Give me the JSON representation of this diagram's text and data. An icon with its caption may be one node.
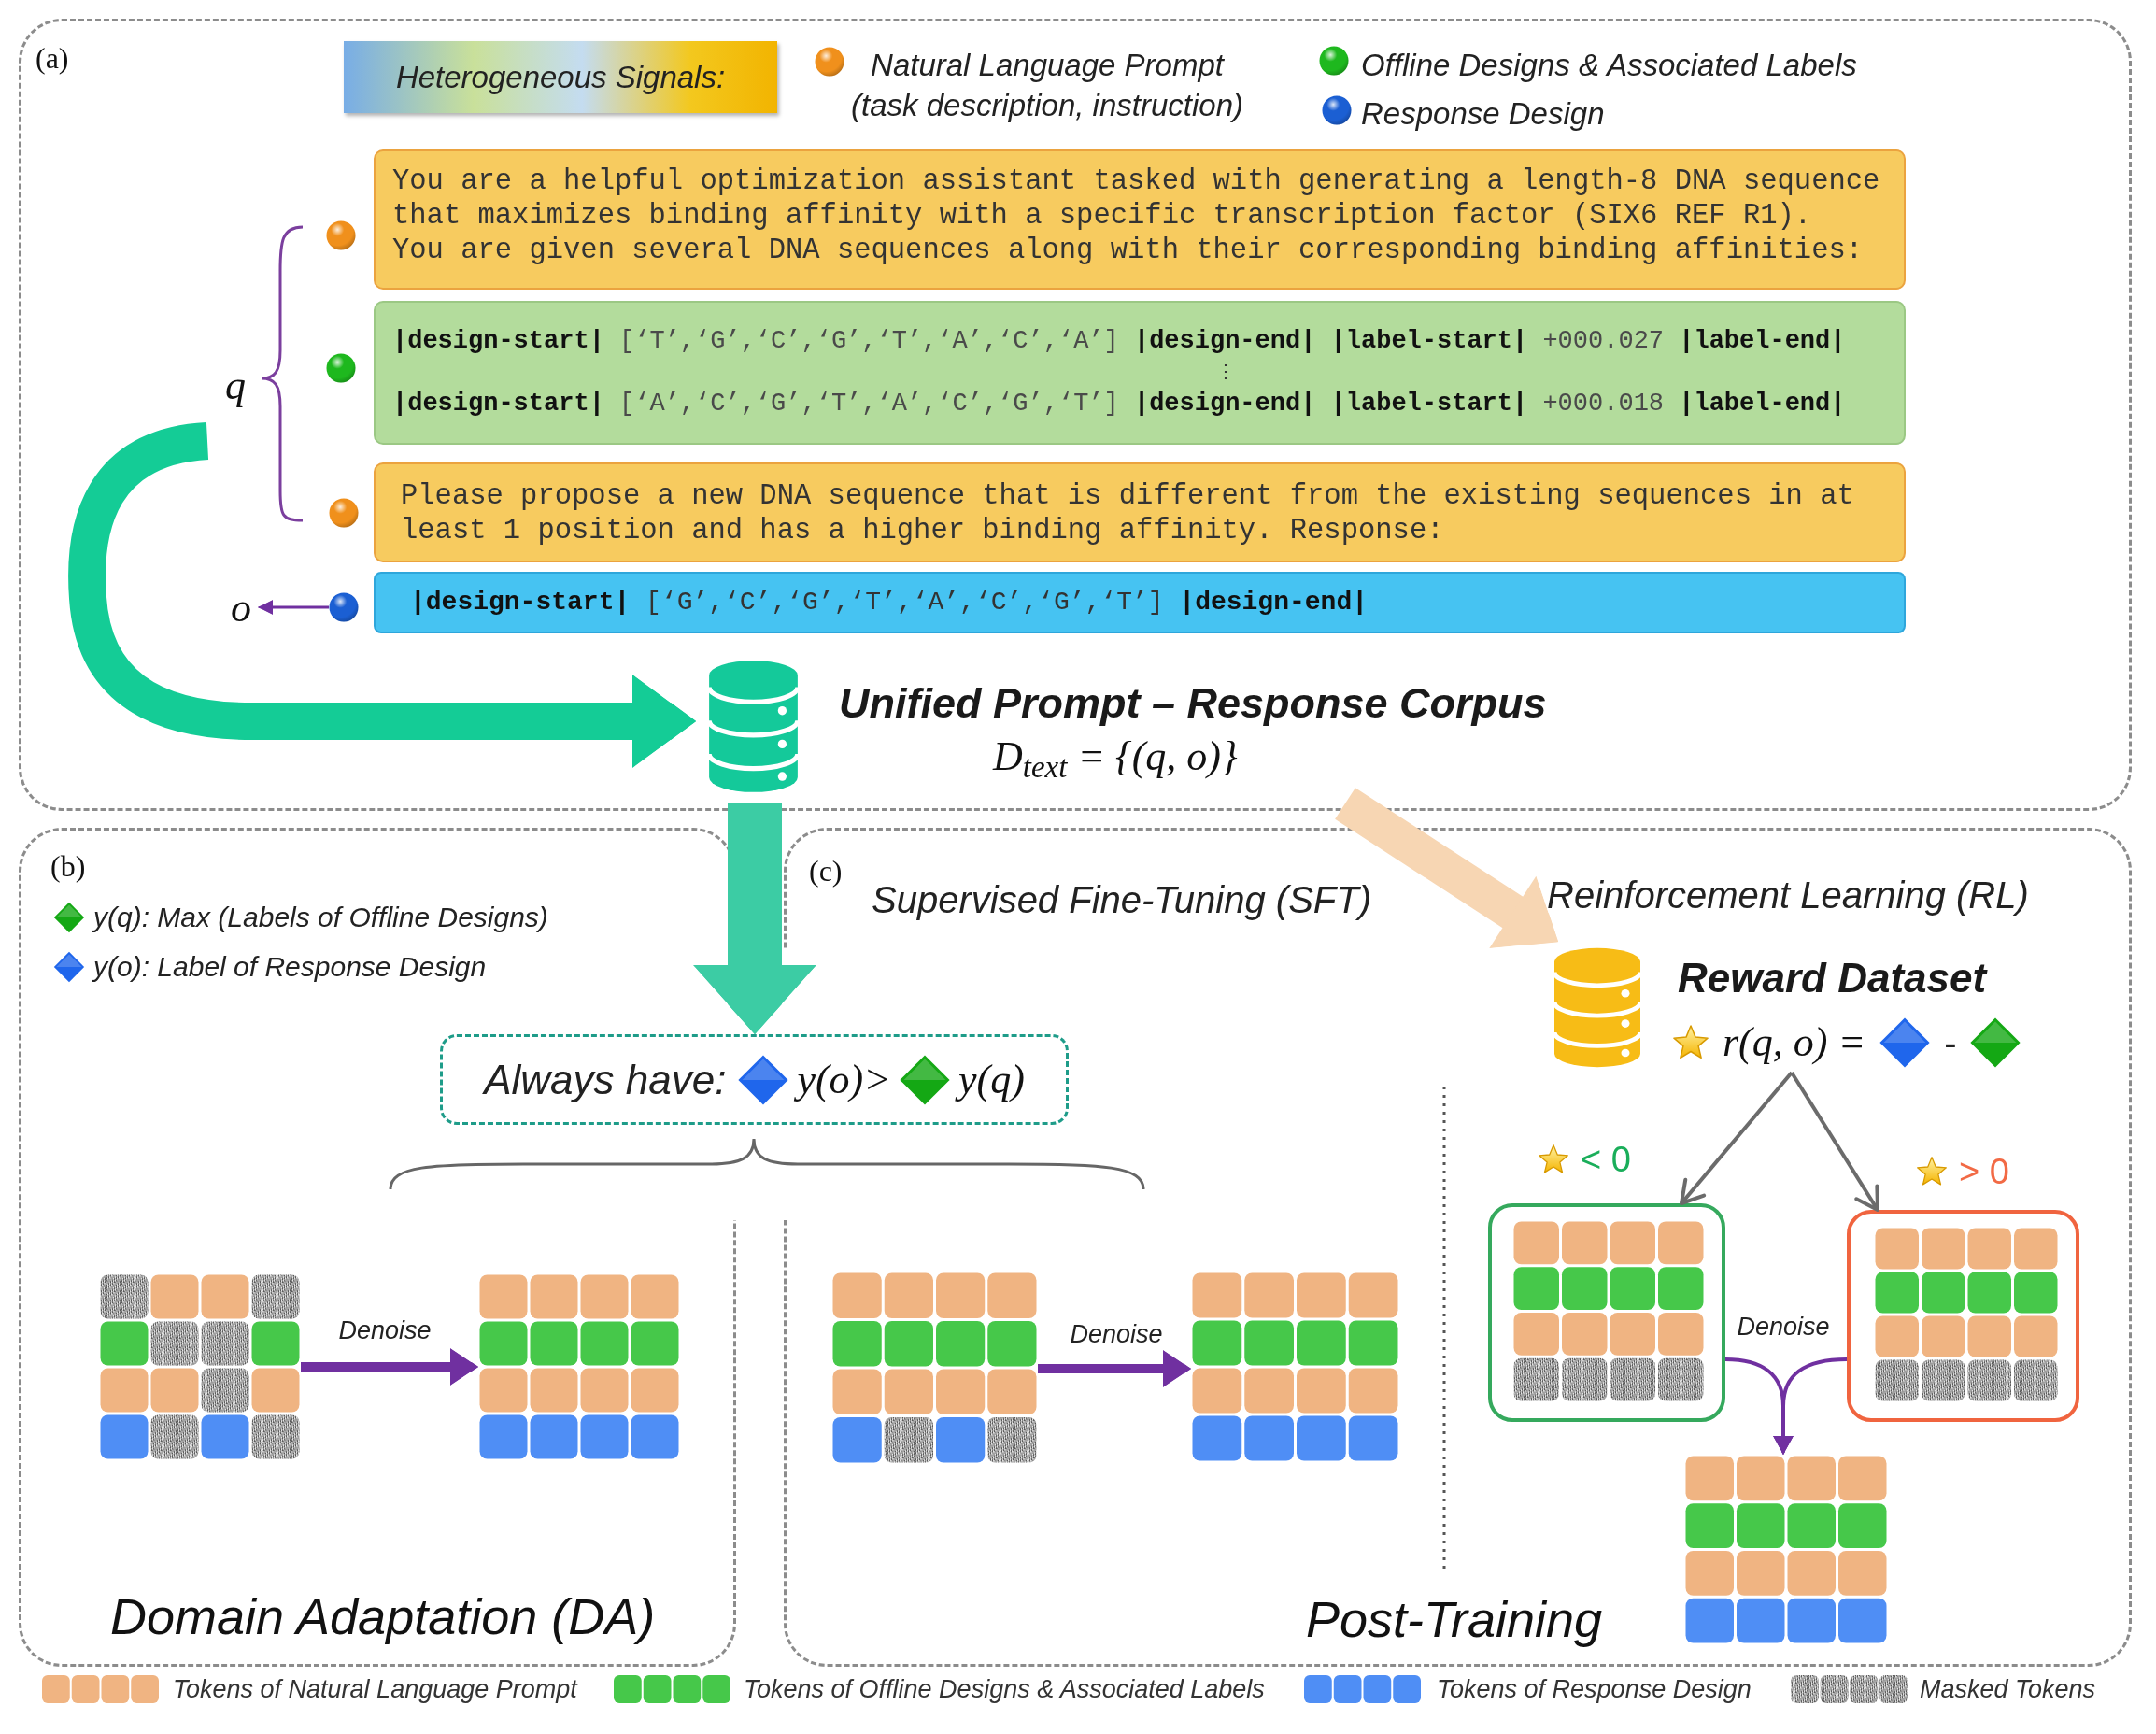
{
  "diagram": {
    "nodes": [
      {
        "text": [
          "(a)"
        ]
      },
      {
        "text": [
          "Heterogeneous Signals:"
        ],
        "in": 0
      },
      {
        "text": [
          "You are a helpful optimization assistant tasked with generating a length-8 DNA sequence that maximizes binding affinity with a specific transcription factor (SIX6 REF R1).",
          "You are given several DNA sequences along with their corresponding binding affinities:"
        ],
        "in": 0
      },
      {
        "text": [
          "**|design-start|** [‘T’,‘G’,‘C’,‘G’,‘T’,‘A’,‘C’,‘A’] **|design-end|** **|label-start|** +000.027 **|label-end|**",
          "⋮",
          "**|design-start|** [‘A’,‘C’,‘G’,‘T’,‘A’,‘C’,‘G’,‘T’] **|design-end|** **|label-start|** +000.018 **|label-end|**"
        ],
        "in": 0
      },
      {
        "text": [
          "Please propose a new DNA sequence that is different from the existing sequences in at least 1 position and has a higher binding affinity. Response:"
        ],
        "in": 0
      },
      {
        "text": [
          "o"
        ],
        "in": 0
      },
      {
        "text": [],
        "shape": "circle",
        "in": 0
      },
      {
        "text": [
          "**|design-start|** [‘G’,‘C’,‘G’,‘T’,‘A’,‘C’,‘G’,‘T’] **|design-end|**"
        ],
        "in": 0
      },
      {
        "text": [
          "Unified Prompt – Response Corpus",
          "D$_{text}$ = {(q, o)}"
        ],
        "in": 0
      },
      {
        "text": [
          "(b)",
          "Domain Adaptation (DA)"
        ]
      },
      {
        "text": [
          "(c)",
          "Supervised Fine-Tuning (SFT)",
          "Reinforcement Learning (RL)",
          "Post-Training"
        ]
      },
      {
        "text": [
          "Always have:",
          "y(o)>",
          "y(q)"
        ]
      },
      {
        "text": [],
        "shape": "grid",
        "in": 9
      },
      {
        "text": [],
        "shape": "grid",
        "in": 9
      },
      {
        "text": [],
        "shape": "grid",
        "in": 10
      },
      {
        "text": [],
        "shape": "grid",
        "in": 10
      },
      {
        "text": [
          "Reward Dataset",
          "r(q, o) =",
          "-"
        ],
        "in": 10
      },
      {
        "text": [],
        "shape": "box",
        "beside": [
          "< 0"
        ],
        "in": 10
      },
      {
        "text": [],
        "shape": "box",
        "beside": [
          "> 0"
        ],
        "in": 10
      },
      {
        "text": [],
        "shape": "grid",
        "in": 10
      }
    ],
    "edges": [
      {
        "from": null,
        "to": 8,
        "arrow": "to",
        "style": "thick",
        "color": "#14cc96"
      },
      {
        "from": 6,
        "to": 5,
        "arrow": "to"
      },
      {
        "from": 8,
        "to": 11,
        "arrow": "to",
        "style": "thick",
        "color": "#3ccca4"
      },
      {
        "from": 8,
        "to": 16,
        "arrow": "to",
        "style": "thick",
        "color": "#f7d6b3"
      },
      {
        "from": 12,
        "to": 13,
        "arrow": "to",
        "label": "Denoise",
        "style": "thick"
      },
      {
        "from": 14,
        "to": 15,
        "arrow": "to",
        "label": "Denoise",
        "style": "thick"
      },
      {
        "from": 16,
        "to": 17,
        "arrow": "to",
        "color": "#6b6b6b"
      },
      {
        "from": 16,
        "to": 18,
        "arrow": "to",
        "color": "#6b6b6b"
      },
      {
        "from": 17,
        "to": 19,
        "arrow": "to",
        "label": "Denoise"
      },
      {
        "from": 18,
        "to": 19,
        "arrow": "to"
      }
    ],
    "labels": [
      "q"
    ],
    "legend": [
      {
        "text": "Natural Language Prompt (task description, instruction)",
        "color": "#f0901c"
      },
      {
        "text": "Offline Designs & Associated Labels",
        "color": "#1eb81e"
      },
      {
        "text": "Response Design",
        "color": "#1b5fd3"
      },
      {
        "text": "y(q): Max (Labels of Offline Designs)",
        "color": "#14a814"
      },
      {
        "text": "y(o): Label of Response Design",
        "color": "#1f66ec"
      },
      {
        "text": "Tokens of Natural Language Prompt",
        "color": "#f0b482"
      },
      {
        "text": "Tokens of Offline Designs & Associated Labels",
        "color": "#46c84a"
      },
      {
        "text": "Tokens of Response Design",
        "color": "#4f8ef5"
      },
      {
        "text": "Masked Tokens"
      }
    ]
  }
}
